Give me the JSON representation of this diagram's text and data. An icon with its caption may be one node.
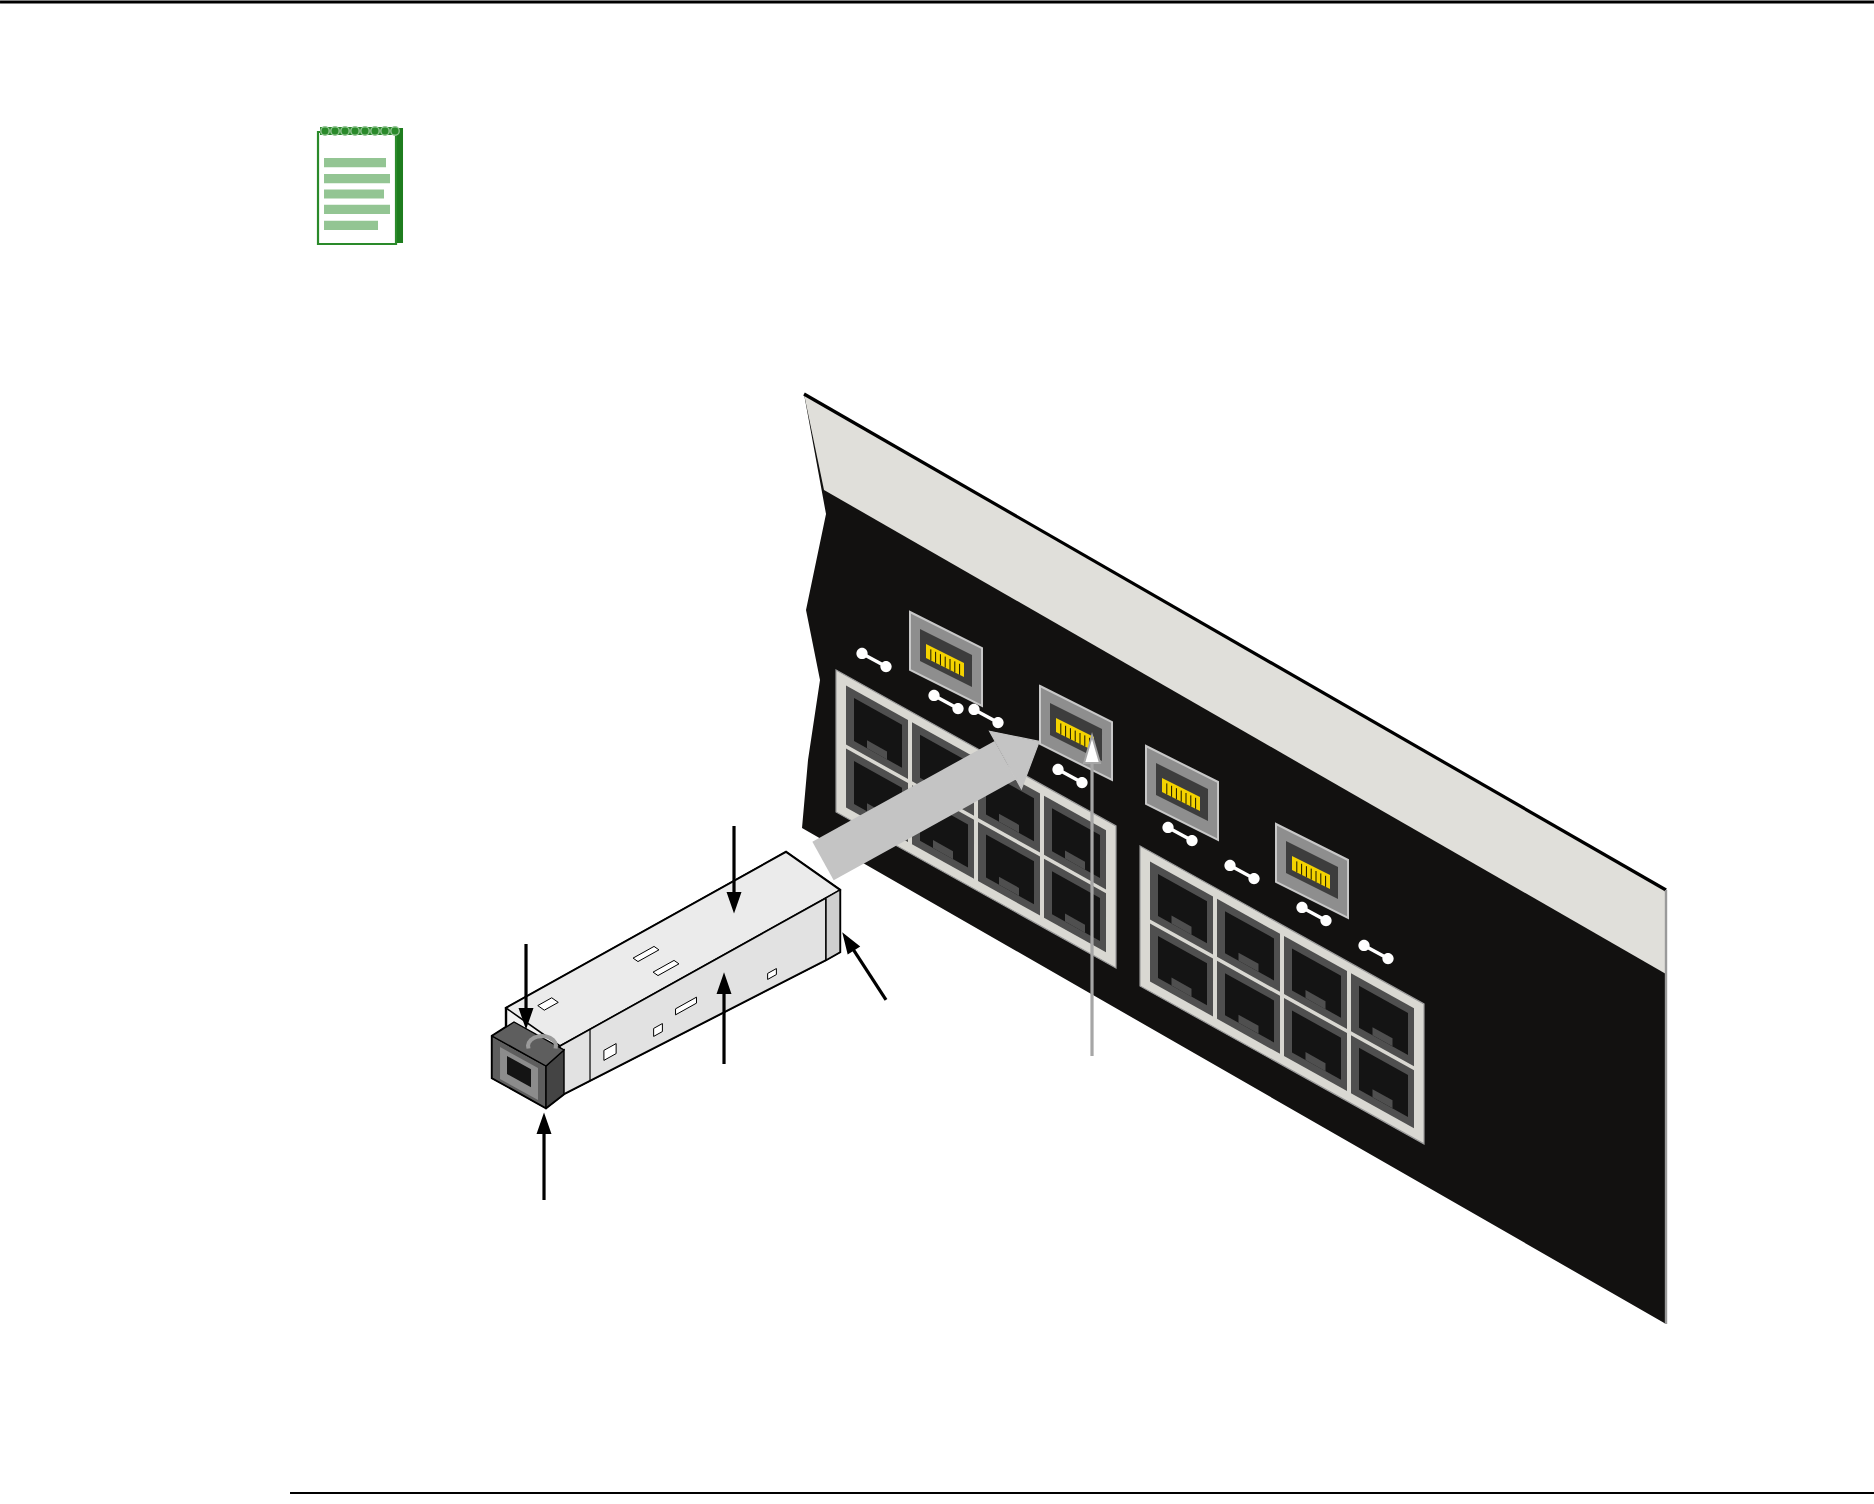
{
  "diagram": {
    "nodes": [
      {
        "text": [],
        "shape": "picture"
      },
      {
        "text": [],
        "shape": "picture",
        "in": 0
      },
      {
        "text": [],
        "shape": "picture",
        "in": 0
      },
      {
        "text": [],
        "shape": "picture",
        "in": 0
      },
      {
        "text": [],
        "shape": "picture",
        "in": 0
      },
      {
        "text": [],
        "shape": "box",
        "in": 0
      },
      {
        "text": [],
        "shape": "picture"
      },
      {
        "text": [],
        "shape": "picture",
        "in": 6
      },
      {
        "text": [],
        "shape": "picture",
        "in": 6
      },
      {
        "text": [],
        "shape": "picture",
        "in": 6
      },
      {
        "text": [],
        "shape": "picture",
        "in": 6
      }
    ],
    "edges": [
      {
        "from": null,
        "to": 1,
        "arrow": "to"
      },
      {
        "from": null,
        "to": 2,
        "arrow": "to"
      },
      {
        "from": null,
        "to": 3,
        "arrow": "to"
      },
      {
        "from": null,
        "to": 4,
        "arrow": "to"
      },
      {
        "from": null,
        "to": 5,
        "arrow": "to"
      },
      {
        "from": null,
        "to": 8,
        "arrow": "to",
        "color": "#a6a6a6"
      },
      {
        "from": 0,
        "to": 8,
        "arrow": "to",
        "style": "thick",
        "color": "#c4c4c4"
      }
    ]
  }
}
